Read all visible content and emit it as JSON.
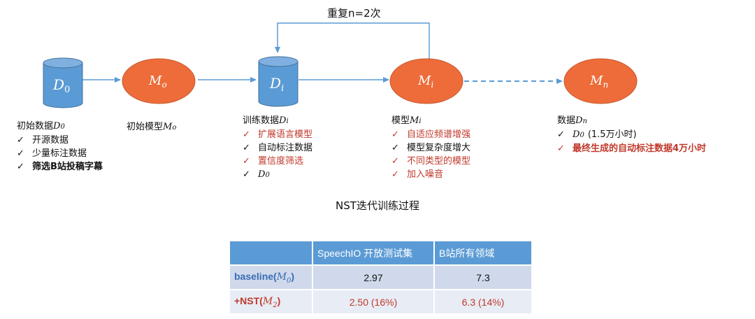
{
  "repeat_label": "重复n=2次",
  "nodes": {
    "d0": {
      "base": "D",
      "sub": "0"
    },
    "m0": {
      "base": "M",
      "sub": "o"
    },
    "di": {
      "base": "D",
      "sub": "i"
    },
    "mi": {
      "base": "M",
      "sub": "i"
    },
    "mn": {
      "base": "M",
      "sub": "n"
    }
  },
  "captions": {
    "c1": {
      "title_text": "初始数据",
      "title_math": "D",
      "title_sub": "0",
      "items": [
        "开源数据",
        "少量标注数据",
        "筛选B站投稿字幕"
      ]
    },
    "c2": {
      "title_text": "初始模型",
      "title_math": "M",
      "title_sub": "o"
    },
    "c3": {
      "title_text": "训练数据",
      "title_math": "D",
      "title_sub": "i",
      "items": [
        "扩展语言模型",
        "自动标注数据",
        "置信度筛选"
      ],
      "item4_math": "D",
      "item4_sub": "0"
    },
    "c4": {
      "title_text": "模型",
      "title_math": "M",
      "title_sub": "i",
      "items": [
        "自适应频谱增强",
        "模型复杂度增大",
        "不同类型的模型",
        "加入噪音"
      ]
    },
    "c5": {
      "title_text": "数据",
      "title_math": "D",
      "title_sub": "n",
      "item1_math": "D",
      "item1_sub": "0",
      "item1_text": "(1.5万小时)",
      "item2": "最终生成的自动标注数据4万小时"
    }
  },
  "check": "✓",
  "figure_title": "NST迭代训练过程",
  "table": {
    "headers": [
      "",
      "SpeechIO 开放测试集",
      "B站所有领域"
    ],
    "rows": [
      {
        "label": "baseline(",
        "math": "M",
        "sub": "0",
        "close": ")",
        "values": [
          "2.97",
          "7.3"
        ]
      },
      {
        "label": "+NST(",
        "math": "M",
        "sub": "2",
        "close": ")",
        "values": [
          "2.50 (16%)",
          "6.3 (14%)"
        ]
      }
    ]
  },
  "colors": {
    "cylinder": "#5b9bd5",
    "ellipse": "#ed6c3a",
    "arrow": "#5b9bd5",
    "red_text": "#c0392b",
    "blue_text": "#3a6db5"
  }
}
